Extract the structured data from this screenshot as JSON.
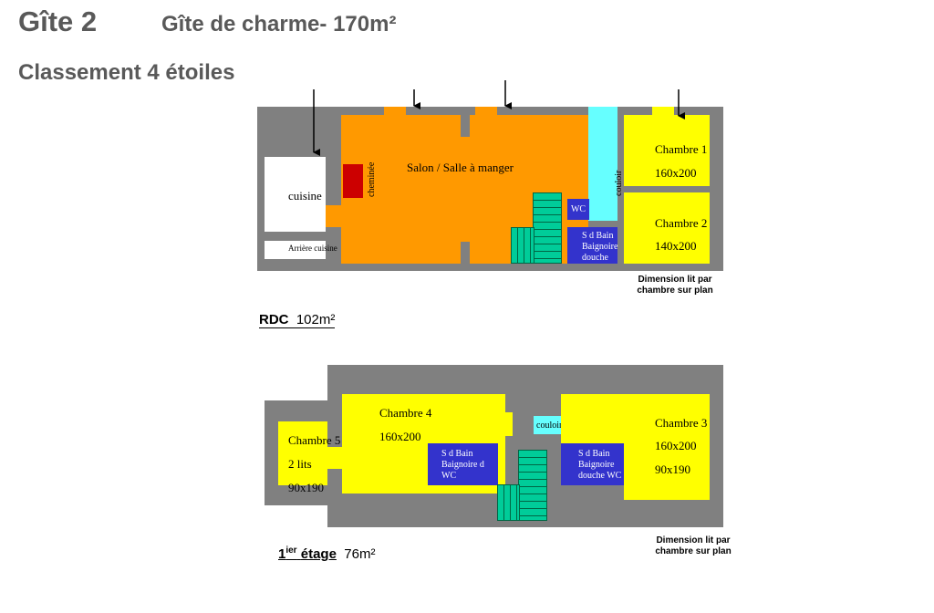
{
  "header": {
    "gite_number": "Gîte 2",
    "gite_title": "Gîte de charme- 170m²",
    "classement": "Classement 4 étoiles"
  },
  "rdc": {
    "caption_name": "RDC",
    "caption_area": "102m²",
    "salon": "Salon / Salle à manger",
    "cheminee": "cheminée",
    "cuisine": "cuisine",
    "arriere_cuisine": "Arrière cuisine",
    "couloir": "couloir",
    "wc": "WC",
    "sdb": "S d Bain\nBaignoire\ndouche",
    "chambre1_name": "Chambre 1",
    "chambre1_bed": "160x200",
    "chambre2_name": "Chambre 2",
    "chambre2_bed": "140x200",
    "note": "Dimension lit par\nchambre sur plan"
  },
  "etage": {
    "caption_sup": "ier",
    "caption_num": "1",
    "caption_name": "étage",
    "caption_area": "76m²",
    "chambre4_name": "Chambre 4",
    "chambre4_bed": "160x200",
    "chambre5_name": "Chambre 5",
    "chambre5_beds": "2 lits",
    "chambre5_size": "90x190",
    "couloir": "couloir",
    "sdb_left": "S d Bain\nBaignoire d\nWC",
    "sdb_right": "S d Bain\nBaignoire\ndouche WC",
    "chambre3_name": "Chambre 3",
    "chambre3_bed1": "160x200",
    "chambre3_bed2": "90x190",
    "note": "Dimension lit par\nchambre sur plan"
  },
  "colors": {
    "wall": "#808080",
    "salon": "#ff9900",
    "bedroom": "#ffff00",
    "corridor": "#66ffff",
    "bathroom": "#3333cc",
    "stairs": "#00cc99",
    "fireplace": "#cc0000",
    "kitchen": "#ffffff"
  }
}
